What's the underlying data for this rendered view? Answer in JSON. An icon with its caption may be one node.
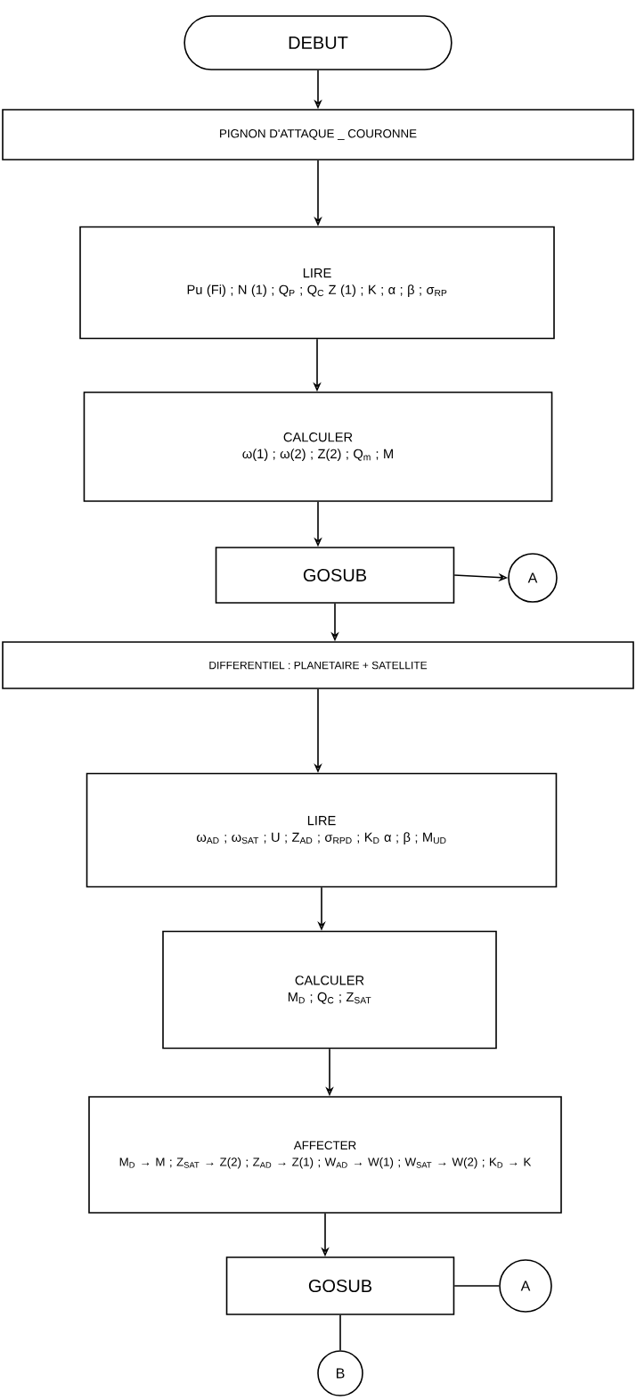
{
  "diagram": {
    "nodes": [
      {
        "text": [
          "DEBUT"
        ]
      },
      {
        "text": [
          "PIGNON D'ATTAQUE _ COURONNE"
        ]
      },
      {
        "text": [
          "LIRE",
          "Pu (Fi) ; N (1) ; Q$_{P}$ ; Q$_{C}$ Z (1) ; K ; α ; β ; σ$_{RP}$"
        ]
      },
      {
        "text": [
          "CALCULER",
          "ω(1) ; ω(2) ; Z(2) ; Q$_{m}$ ; M"
        ]
      },
      {
        "text": [
          "GOSUB"
        ]
      },
      {
        "text": [
          "A"
        ]
      },
      {
        "text": [
          "DIFFERENTIEL : PLANETAIRE + SATELLITE"
        ]
      },
      {
        "text": [
          "LIRE",
          "ω$_{AD}$ ; ω$_{SAT}$ ; U ; Z$_{AD}$ ; σ$_{RPD}$ ; K$_{D}$ α ; β ; M$_{UD}$"
        ]
      },
      {
        "text": [
          "CALCULER",
          "M$_{D}$ ; Q$_{C}$ ; Z$_{SAT}$"
        ]
      },
      {
        "text": [
          "AFFECTER",
          "M$_{D}$ → M ; Z$_{SAT}$ → Z(2) ; Z$_{AD}$ → Z(1) ; W$_{AD}$ → W(1) ; W$_{SAT}$ → W(2) ; K$_{D}$ → K"
        ]
      },
      {
        "text": [
          "GOSUB"
        ]
      },
      {
        "text": [
          "A"
        ]
      },
      {
        "text": [
          "B"
        ]
      }
    ],
    "edges": [
      {
        "from": 0,
        "to": 1,
        "arrow": "to"
      },
      {
        "from": 1,
        "to": 2,
        "arrow": "to"
      },
      {
        "from": 2,
        "to": 3,
        "arrow": "to"
      },
      {
        "from": 3,
        "to": 4,
        "arrow": "to"
      },
      {
        "from": 4,
        "to": 5,
        "arrow": "to"
      },
      {
        "from": 4,
        "to": 6,
        "arrow": "to"
      },
      {
        "from": 6,
        "to": 7,
        "arrow": "to"
      },
      {
        "from": 7,
        "to": 8,
        "arrow": "to"
      },
      {
        "from": 8,
        "to": 9,
        "arrow": "to"
      },
      {
        "from": 9,
        "to": 10,
        "arrow": "to"
      },
      {
        "from": 10,
        "to": 11,
        "arrow": "none"
      },
      {
        "from": 10,
        "to": 12,
        "arrow": "none"
      }
    ]
  }
}
